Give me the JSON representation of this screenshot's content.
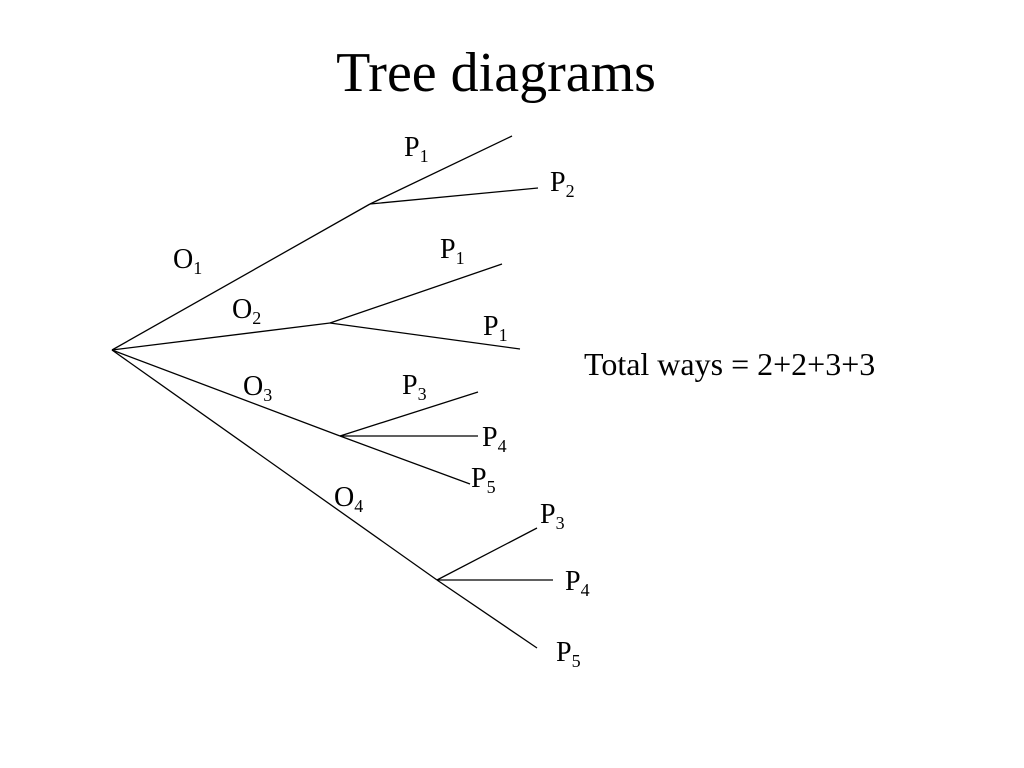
{
  "title": "Tree diagrams",
  "total": "Total ways = 2+2+3+3",
  "first_level": [
    {
      "letter": "O",
      "index": "1"
    },
    {
      "letter": "O",
      "index": "2"
    },
    {
      "letter": "O",
      "index": "3"
    },
    {
      "letter": "O",
      "index": "4"
    }
  ],
  "second_level": [
    [
      {
        "letter": "P",
        "index": "1"
      },
      {
        "letter": "P",
        "index": "2"
      }
    ],
    [
      {
        "letter": "P",
        "index": "1"
      },
      {
        "letter": "P",
        "index": "1"
      }
    ],
    [
      {
        "letter": "P",
        "index": "3"
      },
      {
        "letter": "P",
        "index": "4"
      },
      {
        "letter": "P",
        "index": "5"
      }
    ],
    [
      {
        "letter": "P",
        "index": "3"
      },
      {
        "letter": "P",
        "index": "4"
      },
      {
        "letter": "P",
        "index": "5"
      }
    ]
  ],
  "colors": {
    "ink": "#000000",
    "background": "#ffffff"
  }
}
